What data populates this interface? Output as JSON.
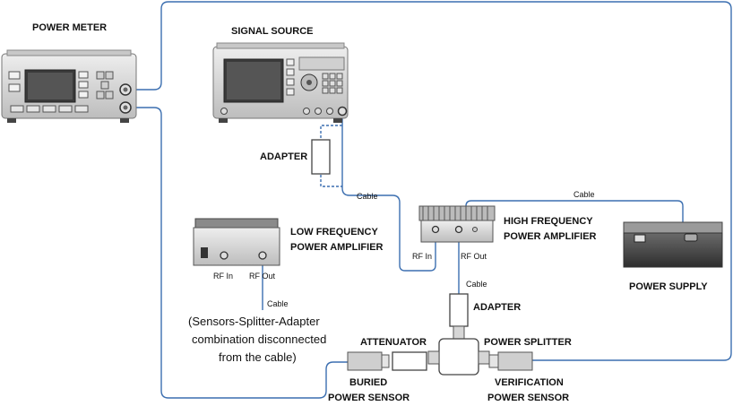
{
  "labels": {
    "power_meter": "POWER METER",
    "signal_source": "SIGNAL SOURCE",
    "adapter_top": "ADAPTER",
    "cable_top": "Cable",
    "cable_right": "Cable",
    "low_freq_amp_line1": "LOW FREQUENCY",
    "low_freq_amp_line2": "POWER AMPLIFIER",
    "high_freq_amp_line1": "HIGH FREQUENCY",
    "high_freq_amp_line2": "POWER AMPLIFIER",
    "lf_rf_in": "RF In",
    "lf_rf_out": "RF Out",
    "hf_rf_in": "RF In",
    "hf_rf_out": "RF Out",
    "cable_lf": "Cable",
    "cable_hf": "Cable",
    "power_supply": "POWER SUPPLY",
    "adapter_bottom": "ADAPTER",
    "note_line1": "(Sensors-Splitter-Adapter",
    "note_line2": "combination disconnected",
    "note_line3": "from the cable)",
    "attenuator": "ATTENUATOR",
    "power_splitter": "POWER SPLITTER",
    "buried_line1": "BURIED",
    "buried_line2": "POWER SENSOR",
    "verification_line1": "VERIFICATION",
    "verification_line2": "POWER SENSOR"
  },
  "colors": {
    "cable": "#3c6fb0",
    "device_body": "#d9d9d9",
    "device_dark": "#404040",
    "screen": "#3a3a3a"
  }
}
